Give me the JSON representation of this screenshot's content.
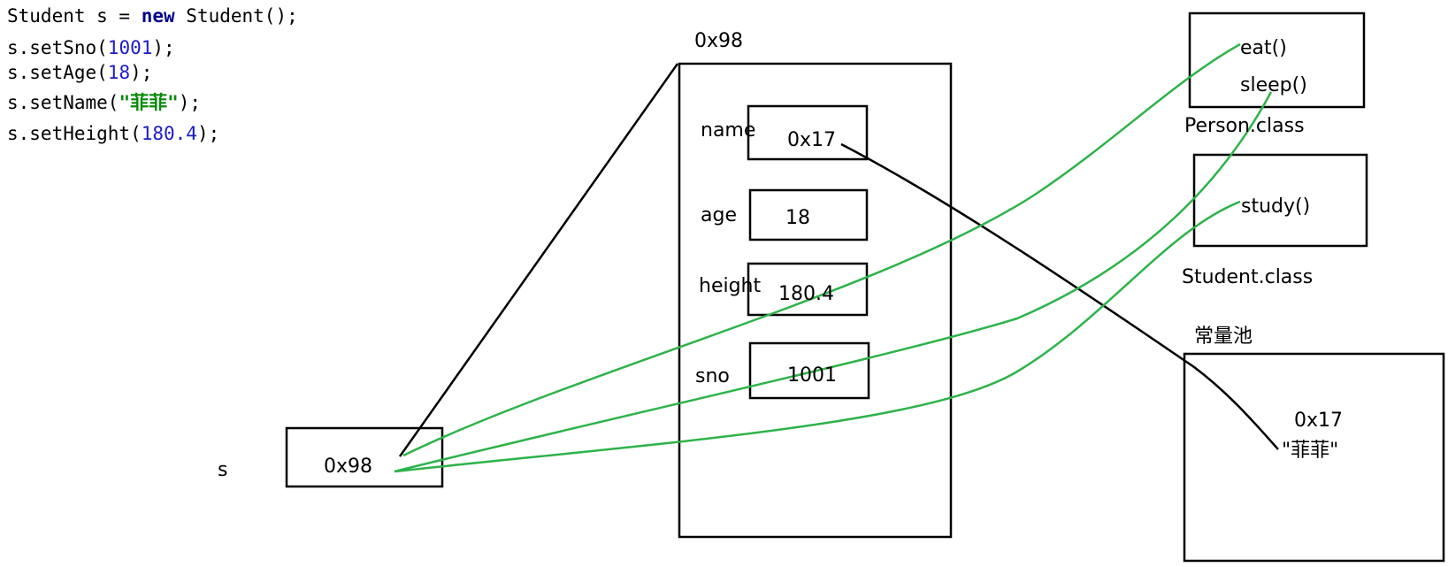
{
  "code": {
    "line1": {
      "type": "Student s = ",
      "keyword": "new",
      "rest": " Student();"
    },
    "line2": {
      "pre": "s.setSno(",
      "arg": "1001",
      "post": ");"
    },
    "line3": {
      "pre": "s.setAge(",
      "arg": "18",
      "post": ");"
    },
    "line4": {
      "pre": "s.setName(",
      "arg": "\"菲菲\"",
      "post": ");"
    },
    "line5": {
      "pre": "s.setHeight(",
      "arg": "180.4",
      "post": ");"
    }
  },
  "stack": {
    "var_name": "s",
    "value": "0x98"
  },
  "heap_object": {
    "address": "0x98",
    "fields": {
      "name_label": "name",
      "name_value": "0x17",
      "age_label": "age",
      "age_value": "18",
      "height_label": "height",
      "height_value": "180.4",
      "sno_label": "sno",
      "sno_value": "1001"
    }
  },
  "person_class": {
    "label": "Person.class",
    "method1": "eat()",
    "method2": "sleep()"
  },
  "student_class": {
    "label": "Student.class",
    "method1": "study()"
  },
  "constant_pool": {
    "label": "常量池",
    "address": "0x17",
    "value": "\"菲菲\""
  },
  "colors": {
    "black_line": "#000000",
    "green_line": "#2db34a"
  }
}
